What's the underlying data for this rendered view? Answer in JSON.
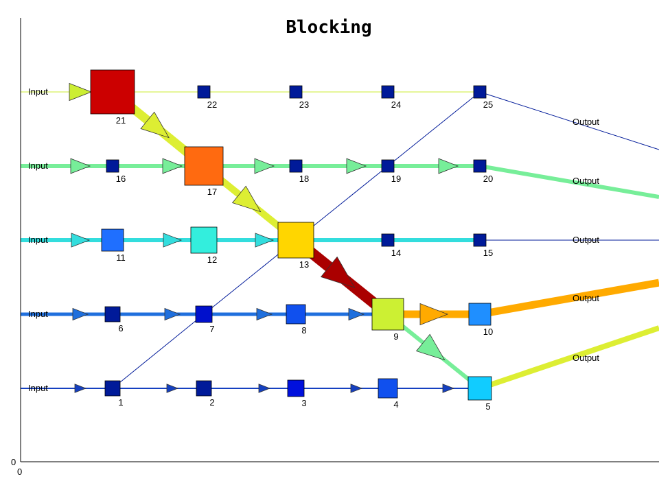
{
  "title": "Blocking",
  "axes": {
    "x_origin_label": "0",
    "y_origin_label": "0"
  },
  "row_input_label": "Input",
  "row_output_label": "Output",
  "rows": [
    {
      "id": "r1",
      "color": "#ccee33",
      "outputs": true
    },
    {
      "id": "r2",
      "color": "#77ee99",
      "outputs": true
    },
    {
      "id": "r3",
      "color": "#33dddd",
      "outputs": true
    },
    {
      "id": "r4",
      "color": "#1f6fdd",
      "outputs": true
    },
    {
      "id": "r5",
      "color": "#1540c0",
      "outputs": true
    }
  ],
  "nodes": [
    {
      "id": "21",
      "color": "#cc0000"
    },
    {
      "id": "22",
      "color": "#001a99"
    },
    {
      "id": "23",
      "color": "#001a99"
    },
    {
      "id": "24",
      "color": "#001a99"
    },
    {
      "id": "25",
      "color": "#001a99"
    },
    {
      "id": "16",
      "color": "#001a99"
    },
    {
      "id": "17",
      "color": "#ff6a10"
    },
    {
      "id": "18",
      "color": "#001a99"
    },
    {
      "id": "19",
      "color": "#001a99"
    },
    {
      "id": "20",
      "color": "#001a99"
    },
    {
      "id": "11",
      "color": "#1f6fff"
    },
    {
      "id": "12",
      "color": "#33eedd"
    },
    {
      "id": "13",
      "color": "#ffd600"
    },
    {
      "id": "14",
      "color": "#001a99"
    },
    {
      "id": "15",
      "color": "#001a99"
    },
    {
      "id": "6",
      "color": "#001a99"
    },
    {
      "id": "7",
      "color": "#0010cc"
    },
    {
      "id": "8",
      "color": "#1050ee"
    },
    {
      "id": "9",
      "color": "#ccf033"
    },
    {
      "id": "10",
      "color": "#1f8fff"
    },
    {
      "id": "1",
      "color": "#001a99"
    },
    {
      "id": "2",
      "color": "#001a99"
    },
    {
      "id": "3",
      "color": "#0010dd"
    },
    {
      "id": "4",
      "color": "#1050ee"
    },
    {
      "id": "5",
      "color": "#11ccff"
    }
  ],
  "edges": [
    {
      "from": "21",
      "to": "17",
      "color": "#ddee33"
    },
    {
      "from": "17",
      "to": "13",
      "color": "#ddee33"
    },
    {
      "from": "13",
      "to": "9",
      "color": "#aa0000"
    },
    {
      "from": "9",
      "to": "10",
      "color": "#ffaa00"
    },
    {
      "from": "9",
      "to": "5",
      "color": "#77ee99"
    },
    {
      "from": "13",
      "to": "19",
      "color": "#001a99"
    },
    {
      "from": "19",
      "to": "25",
      "color": "#001a99"
    },
    {
      "from": "13",
      "to": "7",
      "color": "#001a99"
    },
    {
      "from": "7",
      "to": "1",
      "color": "#001a99"
    }
  ]
}
